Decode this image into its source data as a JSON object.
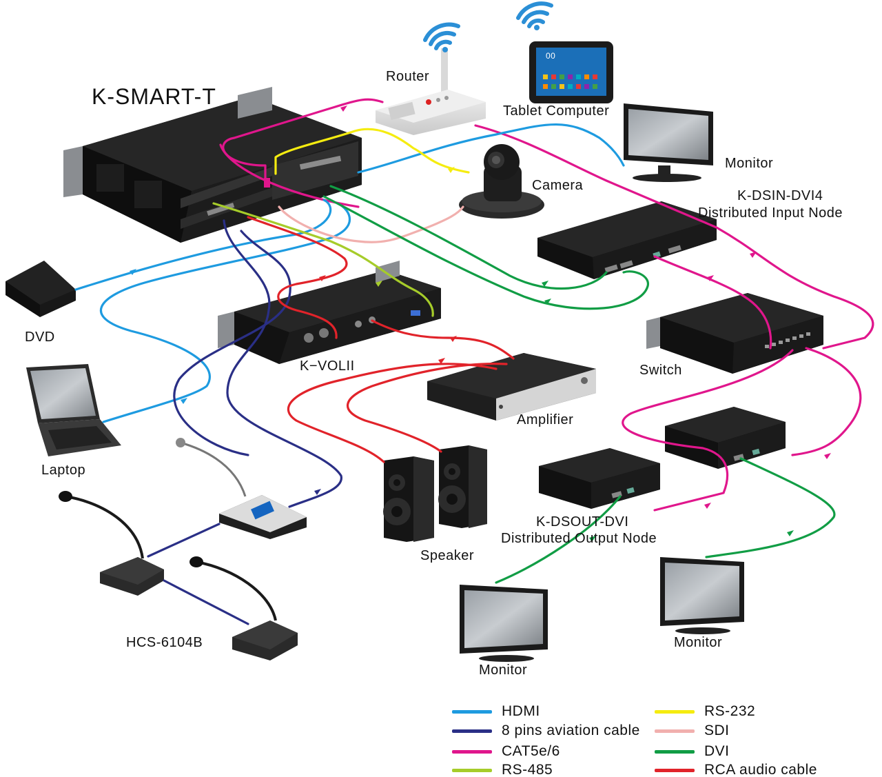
{
  "title": "K-SMART-T",
  "devices": {
    "router": "Router",
    "tablet": "Tablet Computer",
    "monitor_top": "Monitor",
    "camera": "Camera",
    "dsin_name": "K-DSIN-DVI4",
    "dsin_desc": "Distributed Input Node",
    "dvd": "DVD",
    "kvolii": "K−VOLII",
    "switch": "Switch",
    "laptop": "Laptop",
    "amplifier": "Amplifier",
    "speaker": "Speaker",
    "dsout_name": "K-DSOUT-DVI",
    "dsout_desc": "Distributed Output Node",
    "hcs": "HCS-6104B",
    "monitor_bottom_left": "Monitor",
    "monitor_bottom_right": "Monitor"
  },
  "tablet_screen_text": "00",
  "legend": [
    {
      "label": "HDMI",
      "color": "#1e9be0"
    },
    {
      "label": "8 pins aviation cable",
      "color": "#2a2f86"
    },
    {
      "label": "CAT5e/6",
      "color": "#e0168c"
    },
    {
      "label": "RS-485",
      "color": "#a6cc2a"
    },
    {
      "label": "RS-232",
      "color": "#f5ec10"
    },
    {
      "label": "SDI",
      "color": "#f1b0ae"
    },
    {
      "label": "DVI",
      "color": "#119d45"
    },
    {
      "label": "RCA  audio  cable",
      "color": "#e1232a"
    }
  ]
}
